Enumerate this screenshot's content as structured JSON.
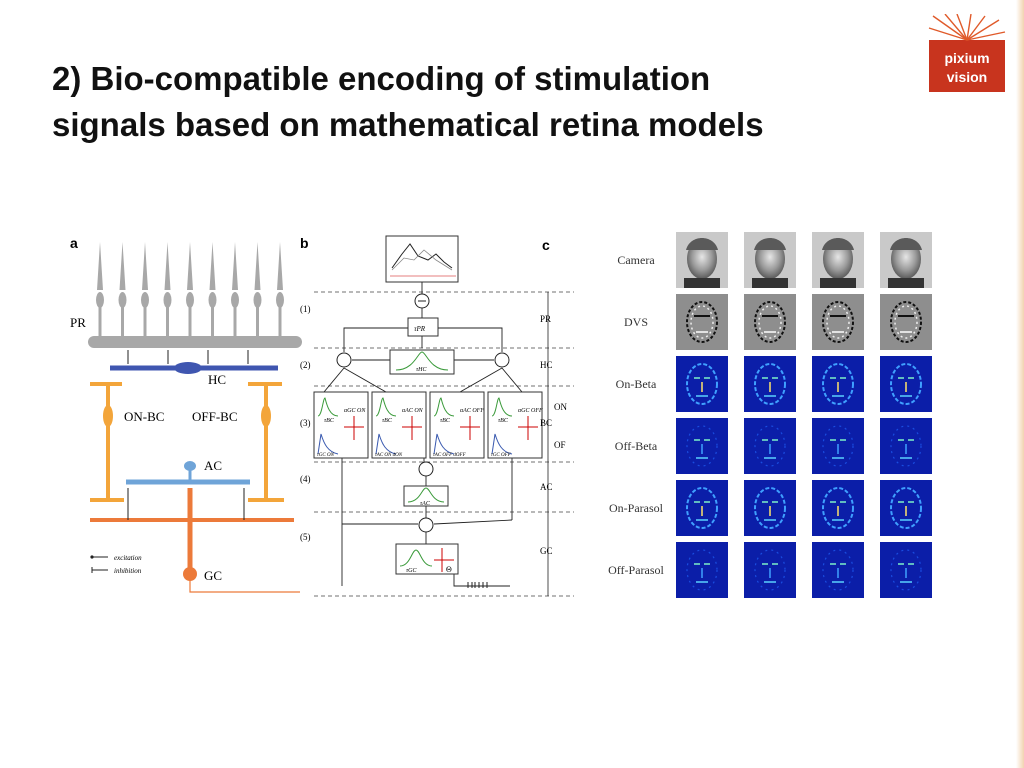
{
  "slide": {
    "title_line1": "2) Bio-compatible encoding of stimulation",
    "title_line2": "signals based on mathematical retina models"
  },
  "logo": {
    "line1": "pixium",
    "line2": "vision",
    "color": "#c8341e"
  },
  "panel_a": {
    "letter": "a",
    "labels": {
      "pr": "PR",
      "hc": "HC",
      "on_bc": "ON-BC",
      "off_bc": "OFF-BC",
      "ac": "AC",
      "gc": "GC"
    },
    "legend": {
      "excitation": "excitation",
      "inhibition": "inhibition"
    },
    "colors": {
      "photoreceptor": "#a8a8a8",
      "hc": "#3f56b0",
      "bc": "#f3a53a",
      "ac": "#6fa4d8",
      "gc": "#ec7a3a"
    }
  },
  "panel_b": {
    "letter": "b",
    "stages": [
      "(1)",
      "(2)",
      "(3)",
      "(4)",
      "(5)"
    ],
    "blocks": {
      "pr": "τPR",
      "hc": "τHC",
      "ac": "τAC",
      "gc": "τGC"
    },
    "bc_cells": [
      {
        "top": "τBC",
        "mid": "αGC ON",
        "bottom": "τGC ON"
      },
      {
        "top": "τBC",
        "mid": "αAC ON",
        "bottom": "τAC ON   dON"
      },
      {
        "top": "τBC",
        "mid": "αAC OFF",
        "bottom": "τAC OFF   dOFF"
      },
      {
        "top": "τBC",
        "mid": "αGC OFF",
        "bottom": "τGC OFF"
      }
    ],
    "theta": "Θ"
  },
  "panel_c": {
    "letter": "c",
    "layers": [
      "PR",
      "HC",
      "ON",
      "BC",
      "OF",
      "AC",
      "GC"
    ]
  },
  "face_grid": {
    "rows": [
      "Camera",
      "DVS",
      "On-Beta",
      "Off-Beta",
      "On-Parasol",
      "Off-Parasol"
    ],
    "columns": 4
  }
}
